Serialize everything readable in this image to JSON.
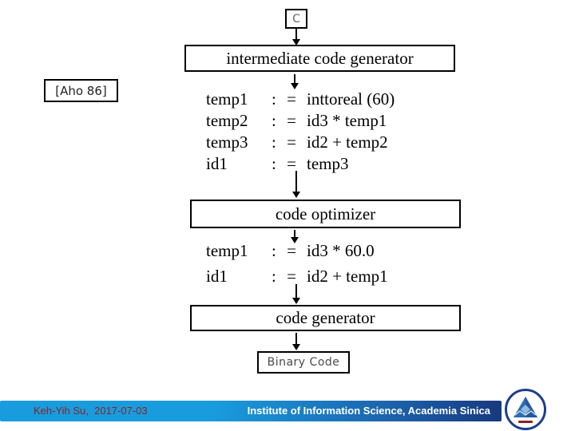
{
  "diagram": {
    "input_label": "C",
    "reference": "[Aho 86]",
    "stages": {
      "stage1": "intermediate code generator",
      "stage2": "code optimizer",
      "stage3": "code generator",
      "output": "Binary Code"
    },
    "code_block_1": {
      "rows": [
        {
          "lhs": "temp1",
          "op": ": =",
          "rhs": "inttoreal (60)"
        },
        {
          "lhs": "temp2",
          "op": ": =",
          "rhs": "id3 * temp1"
        },
        {
          "lhs": "temp3",
          "op": ": =",
          "rhs": "id2 + temp2"
        },
        {
          "lhs": "id1",
          "op": ": =",
          "rhs": "temp3"
        }
      ]
    },
    "code_block_2": {
      "rows": [
        {
          "lhs": "temp1",
          "op": ": =",
          "rhs": "id3 * 60.0"
        },
        {
          "lhs": "id1",
          "op": ": =",
          "rhs": "id2 + temp1"
        }
      ]
    }
  },
  "footer": {
    "author_date": "Keh-Yih Su,  2017-07-03",
    "institute": "Institute of Information Science, Academia Sinica",
    "colors": {
      "bar_left": "#199CDE",
      "bar_right": "#17397F",
      "author_text": "#8B2222",
      "institute_text": "#FFFFFF",
      "logo_ring": "#1B3E8C",
      "logo_triangle": "#2E6DB4"
    }
  }
}
